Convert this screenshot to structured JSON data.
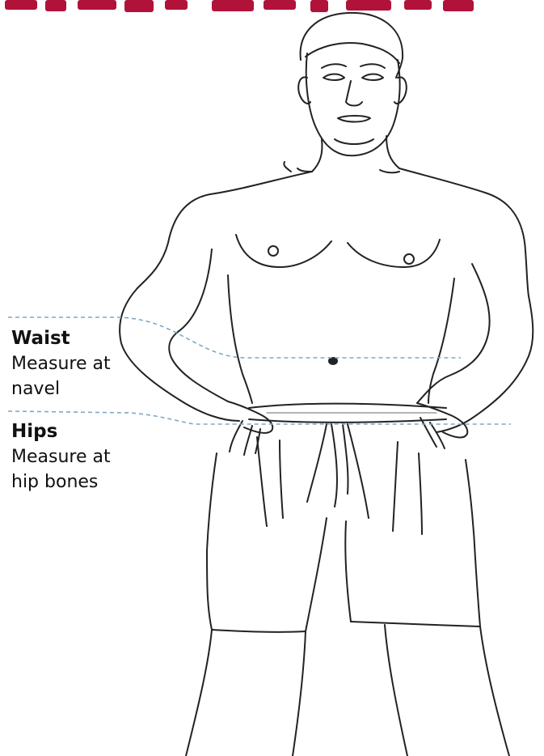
{
  "labels": {
    "waist": {
      "title": "Waist",
      "instruction_line1": "Measure at",
      "instruction_line2": "navel"
    },
    "hips": {
      "title": "Hips",
      "instruction_line1": "Measure at",
      "instruction_line2": "hip bones"
    }
  },
  "colors": {
    "header_accent": "#b0123a",
    "guide_line": "#7fa8c4",
    "outline": "#222222"
  },
  "icons": {
    "figure": "male-body-outline-icon"
  }
}
